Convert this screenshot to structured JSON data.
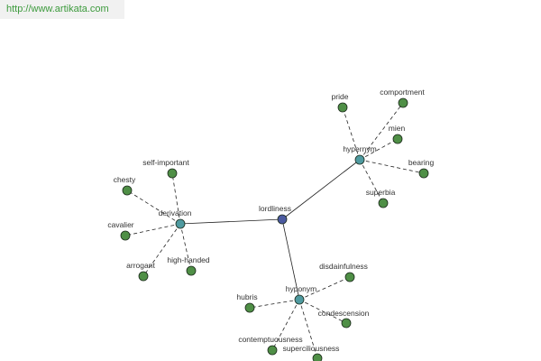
{
  "site": {
    "url_label": "http://www.artikata.com"
  },
  "graph": {
    "colors": {
      "root": "#4b5aa0",
      "category": "#4f9aa0",
      "leaf": "#4f8f46"
    },
    "root": {
      "id": "lordliness",
      "label": "lordliness"
    },
    "categories": [
      {
        "id": "derivation",
        "label": "derivation",
        "words": [
          "self-important",
          "chesty",
          "cavalier",
          "arrogant",
          "high-handed"
        ]
      },
      {
        "id": "hypernym",
        "label": "hypernym",
        "words": [
          "pride",
          "comportment",
          "mien",
          "bearing",
          "superbia"
        ]
      },
      {
        "id": "hyponym",
        "label": "hyponym",
        "words": [
          "disdainfulness",
          "hubris",
          "condescension",
          "contemptuousness",
          "superciliousness"
        ]
      }
    ]
  }
}
